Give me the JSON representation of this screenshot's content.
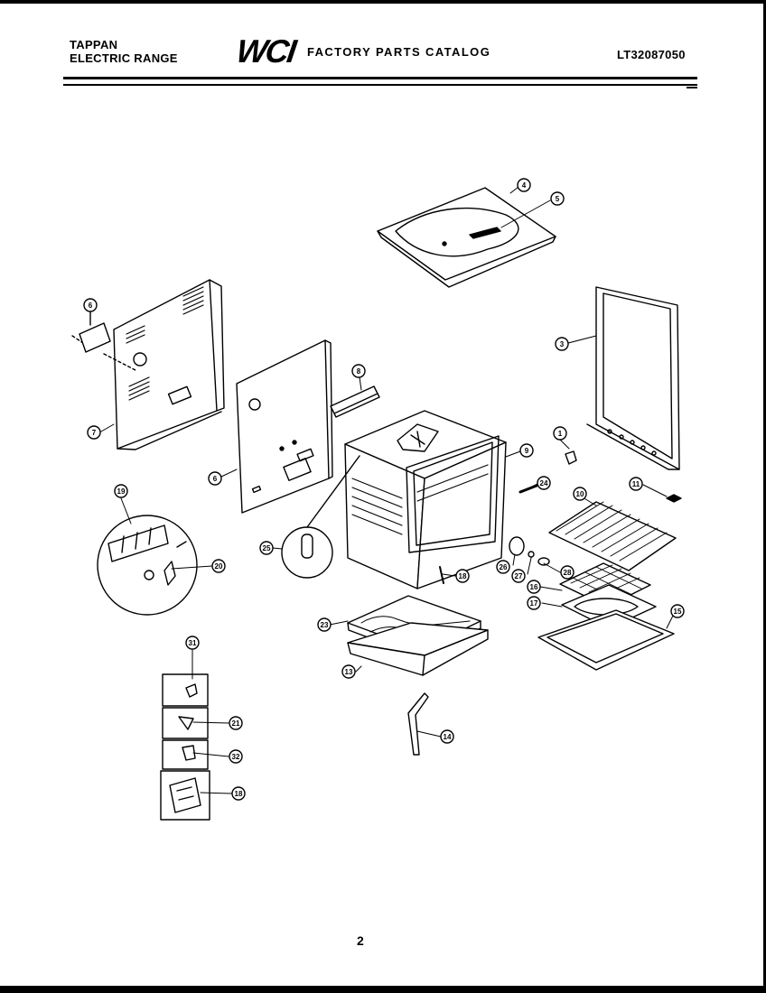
{
  "header": {
    "brand_line1": "TAPPAN",
    "brand_line2": "ELECTRIC RANGE",
    "logo_text": "WCI",
    "catalog_title": "FACTORY PARTS CATALOG",
    "model_number": "LT32087050"
  },
  "callouts": {
    "c_top": "4",
    "c_top_b": "5",
    "c_label": "6",
    "c_back": "7",
    "c_rear": "6",
    "c_bracket": "8",
    "c_door": "3",
    "c_body": "9",
    "c_bolt": "1",
    "c_foot": "11",
    "c_rod": "24",
    "c_circle1": "19",
    "c_circle2": "20",
    "c_element": "25",
    "c_rack": "10",
    "c_knob1": "26",
    "c_knob2": "27",
    "c_knob3": "28",
    "c_grid": "16",
    "c_pan": "17",
    "c_tray": "15",
    "c_post": "18",
    "c_drawer_top": "23",
    "c_drawer": "13",
    "c_handle": "14",
    "c_clip1": "31",
    "c_clip2": "21",
    "c_clip3": "32",
    "c_clip4": "18"
  },
  "footer": {
    "page_number": "2"
  }
}
